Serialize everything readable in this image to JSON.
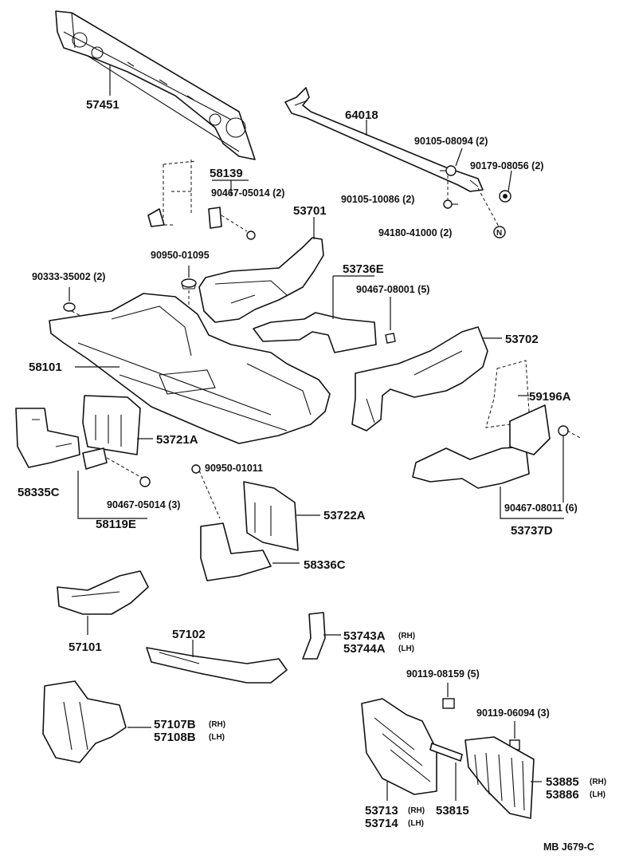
{
  "parts": {
    "p57451": "57451",
    "p64018": "64018",
    "p58139": "58139",
    "f90467_05014_2": "90467-05014 (2)",
    "f90105_08094": "90105-08094 (2)",
    "f90179_08056": "90179-08056 (2)",
    "f90105_10086": "90105-10086 (2)",
    "p53701": "53701",
    "f94180_41000": "94180-41000 (2)",
    "f90950_01095": "90950-01095",
    "p53736E": "53736E",
    "f90333_35002": "90333-35002 (2)",
    "f90467_08001": "90467-08001 (5)",
    "p53702": "53702",
    "p58101": "58101",
    "p59196A": "59196A",
    "p53721A": "53721A",
    "f90950_01011": "90950-01011",
    "p58335C": "58335C",
    "f90467_05014_3": "90467-05014 (3)",
    "p58119E": "58119E",
    "p53722A": "53722A",
    "f90467_08011": "90467-08011 (6)",
    "p53737D": "53737D",
    "p58336C": "58336C",
    "p57101": "57101",
    "p57102": "57102",
    "p53743A": "53743A",
    "p53744A": "53744A",
    "f90119_08159": "90119-08159 (5)",
    "p57107B": "57107B",
    "p57108B": "57108B",
    "f90119_06094": "90119-06094 (3)",
    "p53885": "53885",
    "p53886": "53886",
    "p53713": "53713",
    "p53714": "53714",
    "p53815": "53815"
  },
  "sides": {
    "rh": "(RH)",
    "lh": "(LH)"
  },
  "fastener_marks": {
    "n_mark": "N"
  },
  "footer": {
    "code": "MB  J679-C"
  }
}
